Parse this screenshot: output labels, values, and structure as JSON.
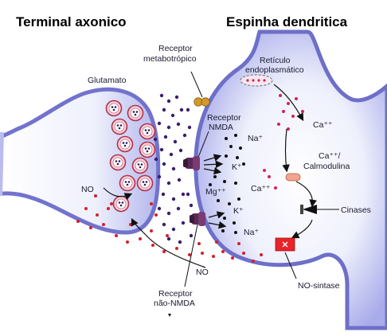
{
  "titles": {
    "left": "Terminal axonico",
    "right": "Espinha dendritica"
  },
  "labels": {
    "receptor_metabotropico_1": "Receptor",
    "receptor_metabotropico_2": "metabotrópico",
    "reticulo_1": "Retículo",
    "reticulo_2": "endoplasmático",
    "glutamato": "Glutamato",
    "receptor_nmda_1": "Receptor",
    "receptor_nmda_2": "NMDA",
    "na_top": "Na⁺",
    "k_top": "K⁺",
    "ca_mid": "Ca⁺⁺",
    "mg": "Mg⁺⁺",
    "k_bottom": "K⁺",
    "na_bottom": "Na⁺",
    "ca_er": "Ca⁺⁺",
    "ca_calmodulina_1": "Ca⁺⁺/",
    "ca_calmodulina_2": "Calmodulina",
    "cinases": "Cinases",
    "no_left": "NO",
    "no_bottom": "NO",
    "no_sintase": "NO-sintase",
    "receptor_nao_nmda_1": "Receptor",
    "receptor_nao_nmda_2": "não-NMDA"
  },
  "colors": {
    "cell_fill": "#b9bcec",
    "cell_light": "#e8e9fa",
    "cell_edge": "#6d6fc8",
    "glutamate": "#3a1f6e",
    "calcium": "#d0245a",
    "no_dots": "#d41f2b",
    "ion_dark": "#111111",
    "metabotropic": "#d39a2b",
    "nos": "#e8232a"
  },
  "icons": {
    "metabotropic_receptor": "orange-dimer-icon",
    "nmda_receptor": "channel-icon",
    "non_nmda_receptor": "channel-icon",
    "cinases": "black-cone-icon",
    "nos": "red-square-icon"
  }
}
